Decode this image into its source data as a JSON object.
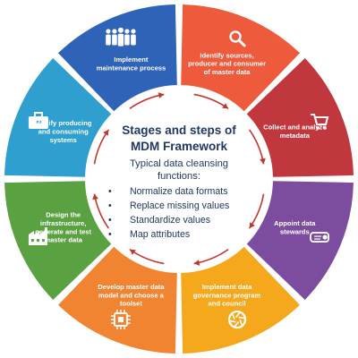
{
  "diagram": {
    "title_lines": [
      "Stages and steps of",
      "MDM Framework"
    ],
    "subtitle_lines": [
      "Typical data cleansing",
      "functions:"
    ],
    "functions": [
      "Normalize data formats",
      "Replace missing values",
      "Standardize values",
      "Map attributes"
    ],
    "bullet_char": "•",
    "stages": [
      {
        "name": "identify-sources",
        "color": "#ee5a3c",
        "icon": "magnifier-icon",
        "lines": [
          "Identify sources,",
          "producer and consumer",
          "of master data"
        ]
      },
      {
        "name": "collect-metadata",
        "color": "#c0373e",
        "icon": "cart-icon",
        "lines": [
          "Collect and analyze",
          "metadata"
        ]
      },
      {
        "name": "appoint-stewards",
        "color": "#7c4d9e",
        "icon": "certificate-icon",
        "lines": [
          "Appoint data",
          "stewards"
        ]
      },
      {
        "name": "implement-governance",
        "color": "#f5a81c",
        "icon": "aperture-icon",
        "lines": [
          "Implement data",
          "governance program",
          "and council"
        ]
      },
      {
        "name": "develop-model",
        "color": "#f08431",
        "icon": "chip-icon",
        "lines": [
          "Develop master data",
          "model and choose a",
          "toolset"
        ]
      },
      {
        "name": "design-infrastructure",
        "color": "#5aa142",
        "icon": "factory-icon",
        "lines": [
          "Design the",
          "infrastructure,",
          "generate and test",
          "master data"
        ]
      },
      {
        "name": "modify-systems",
        "color": "#2f9fd0",
        "icon": "toolbox-icon",
        "lines": [
          "Modify producing",
          "and consuming",
          "systems"
        ]
      },
      {
        "name": "implement-maintenance",
        "color": "#2e63b8",
        "icon": "people-icon",
        "lines": [
          "Implement",
          "maintenance process"
        ]
      }
    ],
    "arrow_color": "#c0372f"
  }
}
